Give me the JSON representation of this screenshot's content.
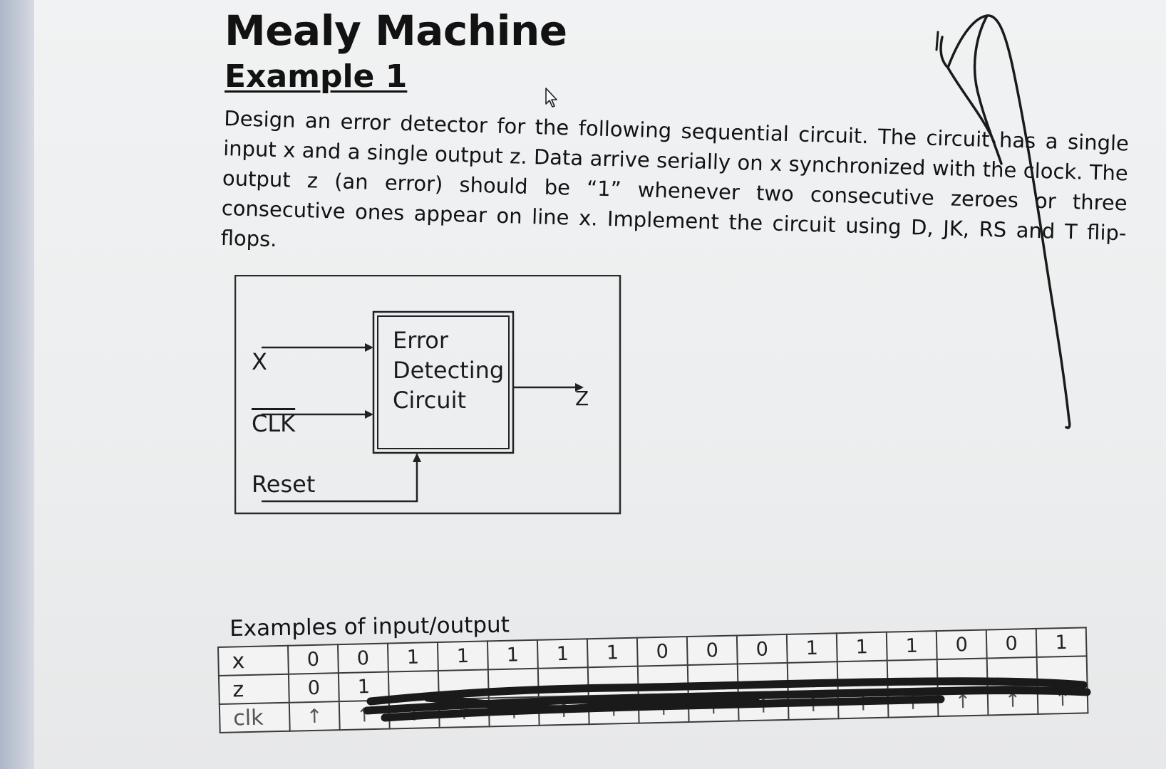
{
  "document": {
    "title": "Mealy Machine",
    "subtitle": "Example 1",
    "problem_statement": "Design an error detector for the following sequential circuit. The circuit has a single input x and a single output z. Data arrive serially on x synchronized with the clock. The output z (an error) should be “1” whenever two consecutive zeroes or three consecutive ones appear on line x. Implement the circuit using D, JK, RS and T flip-flops."
  },
  "diagram": {
    "input_x_label": "X",
    "clock_label": "CLK",
    "reset_label": "Reset",
    "block_label_line1": "Error",
    "block_label_line2": "Detecting",
    "block_label_line3": "Circuit",
    "output_label": "Z"
  },
  "io_examples": {
    "caption": "Examples of input/output",
    "row_labels": [
      "x",
      "z",
      "clk"
    ],
    "x_values": [
      "0",
      "0",
      "1",
      "1",
      "1",
      "1",
      "1",
      "0",
      "0",
      "0",
      "1",
      "1",
      "1",
      "0",
      "0",
      "1"
    ],
    "z_values": [
      "0",
      "1",
      "",
      "",
      "",
      "",
      "",
      "",
      "",
      "",
      "",
      "",
      "",
      "",
      "",
      ""
    ],
    "clk_symbol": "↑"
  },
  "colors": {
    "ink": "#121212",
    "screen": "#eceeef",
    "pen_scribble": "#1a1a1a"
  }
}
